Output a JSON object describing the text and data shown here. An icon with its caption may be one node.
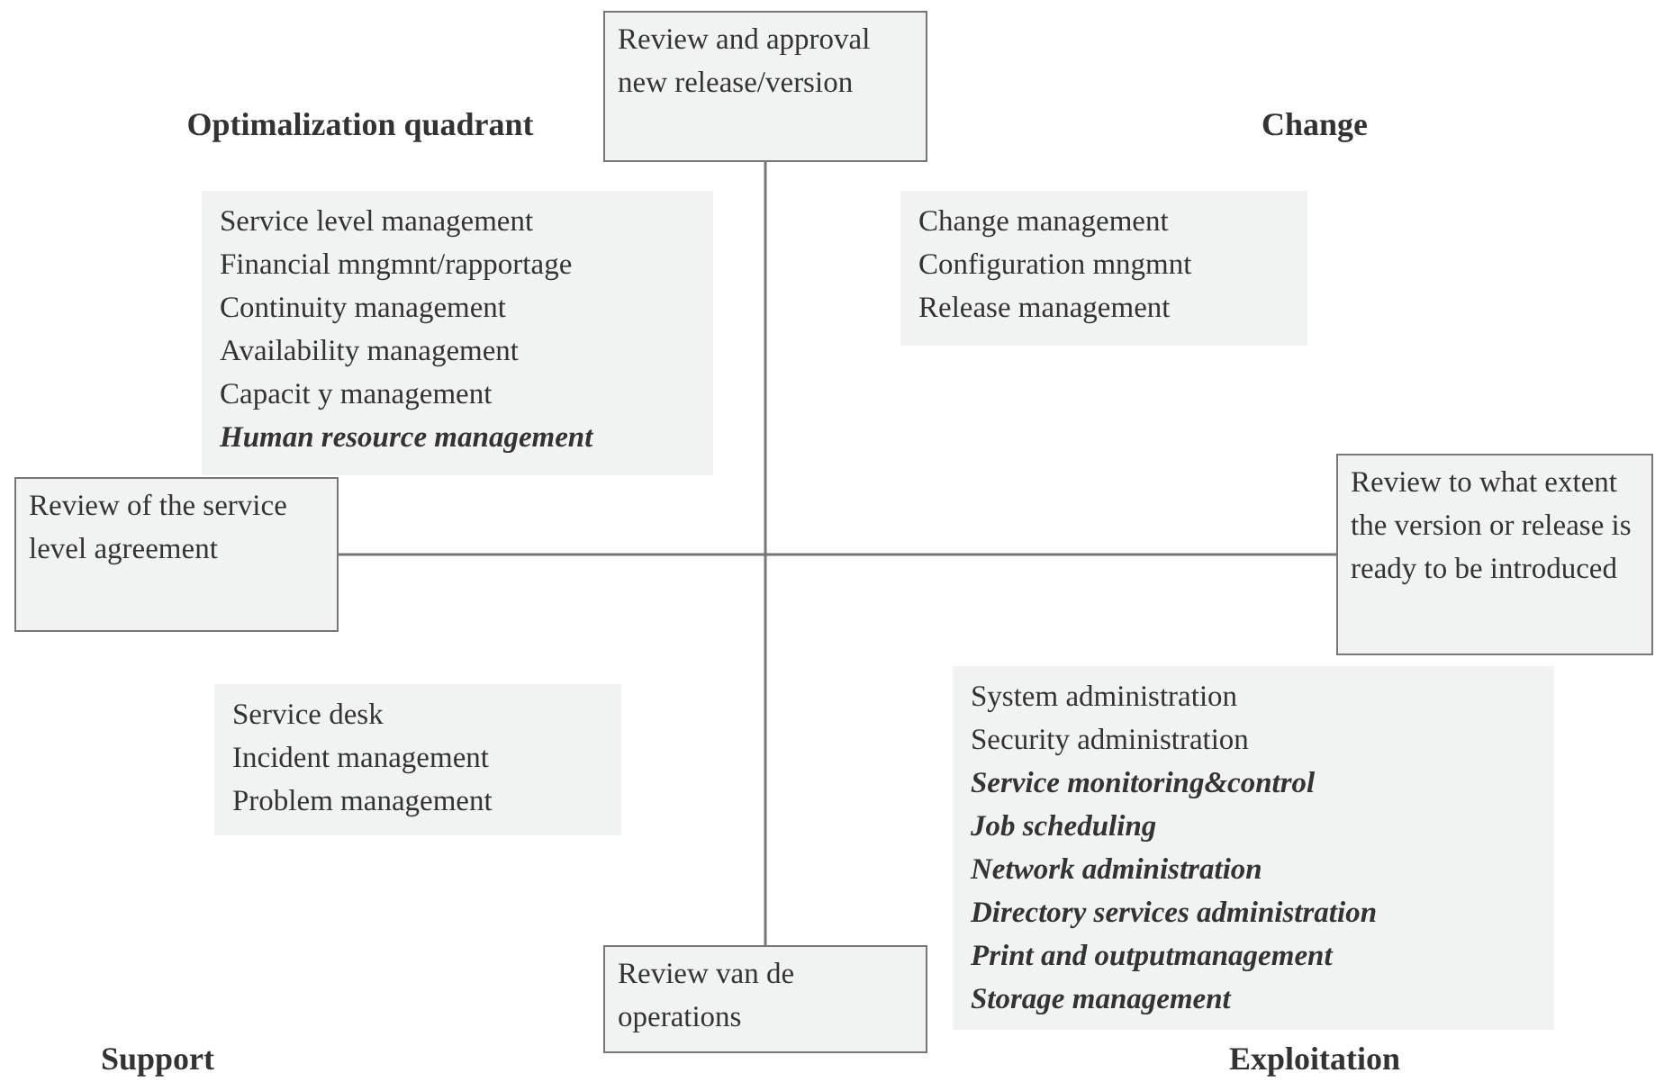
{
  "diagram": {
    "nodes": [
      {
        "text": [
          "Review and approval new release/version"
        ]
      },
      {
        "text": [
          "Review of the service level agreement"
        ]
      },
      {
        "text": [
          "Review to what extent the version or release is ready to be introduced"
        ]
      },
      {
        "text": [
          "Review van de operations"
        ]
      },
      {
        "text": [
          "Service level management",
          "Financial mngmnt/rapportage",
          "Continuity management",
          "Availability management",
          "Capacit y management",
          "Human resource management"
        ]
      },
      {
        "text": [
          "Change management",
          "Configuration mngmnt",
          "Release management"
        ]
      },
      {
        "text": [
          "Service desk",
          "Incident management",
          "Problem management"
        ]
      },
      {
        "text": [
          "System administration",
          "Security administration",
          "Service monitoring&control",
          "Job scheduling",
          "Network administration",
          "Directory services administration",
          "Print and outputmanagement",
          "Storage management"
        ]
      }
    ],
    "edges": [
      {
        "from": 0,
        "to": 3,
        "arrow": "none"
      },
      {
        "from": 1,
        "to": 2,
        "arrow": "none"
      }
    ],
    "labels": [
      "Optimalization quadrant",
      "Change",
      "Support",
      "Exploitation"
    ]
  }
}
